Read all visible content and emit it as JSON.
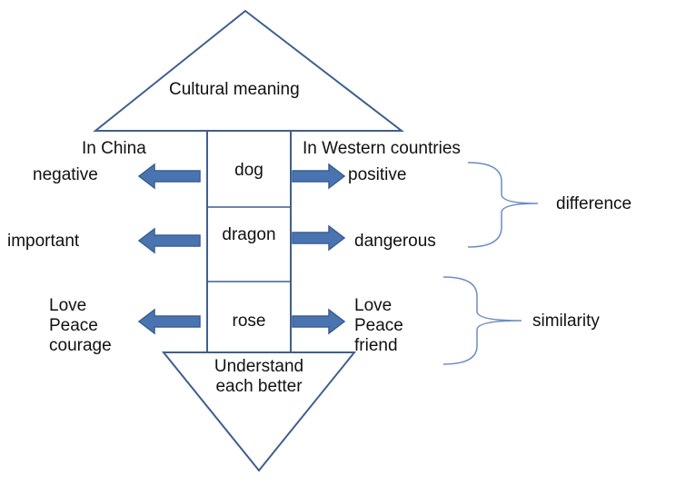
{
  "top_arrow": {
    "label": "Cultural meaning"
  },
  "bottom_arrow": {
    "label_line1": "Understand",
    "label_line2": "each better"
  },
  "headers": {
    "china": "In China",
    "west": "In Western countries"
  },
  "rows": [
    {
      "word": "dog",
      "china": [
        "negative"
      ],
      "west": [
        "positive"
      ]
    },
    {
      "word": "dragon",
      "china": [
        "important"
      ],
      "west": [
        "dangerous"
      ]
    },
    {
      "word": "rose",
      "china": [
        "Love",
        "Peace",
        "courage"
      ],
      "west": [
        "Love",
        "Peace",
        "friend"
      ]
    }
  ],
  "groups": {
    "difference": "difference",
    "similarity": "similarity"
  },
  "colors": {
    "outline": "#3f5f8f",
    "arrow_fill": "#4a74b0",
    "arrow_stroke": "#3a5f94",
    "brace": "#6b8cc2"
  }
}
